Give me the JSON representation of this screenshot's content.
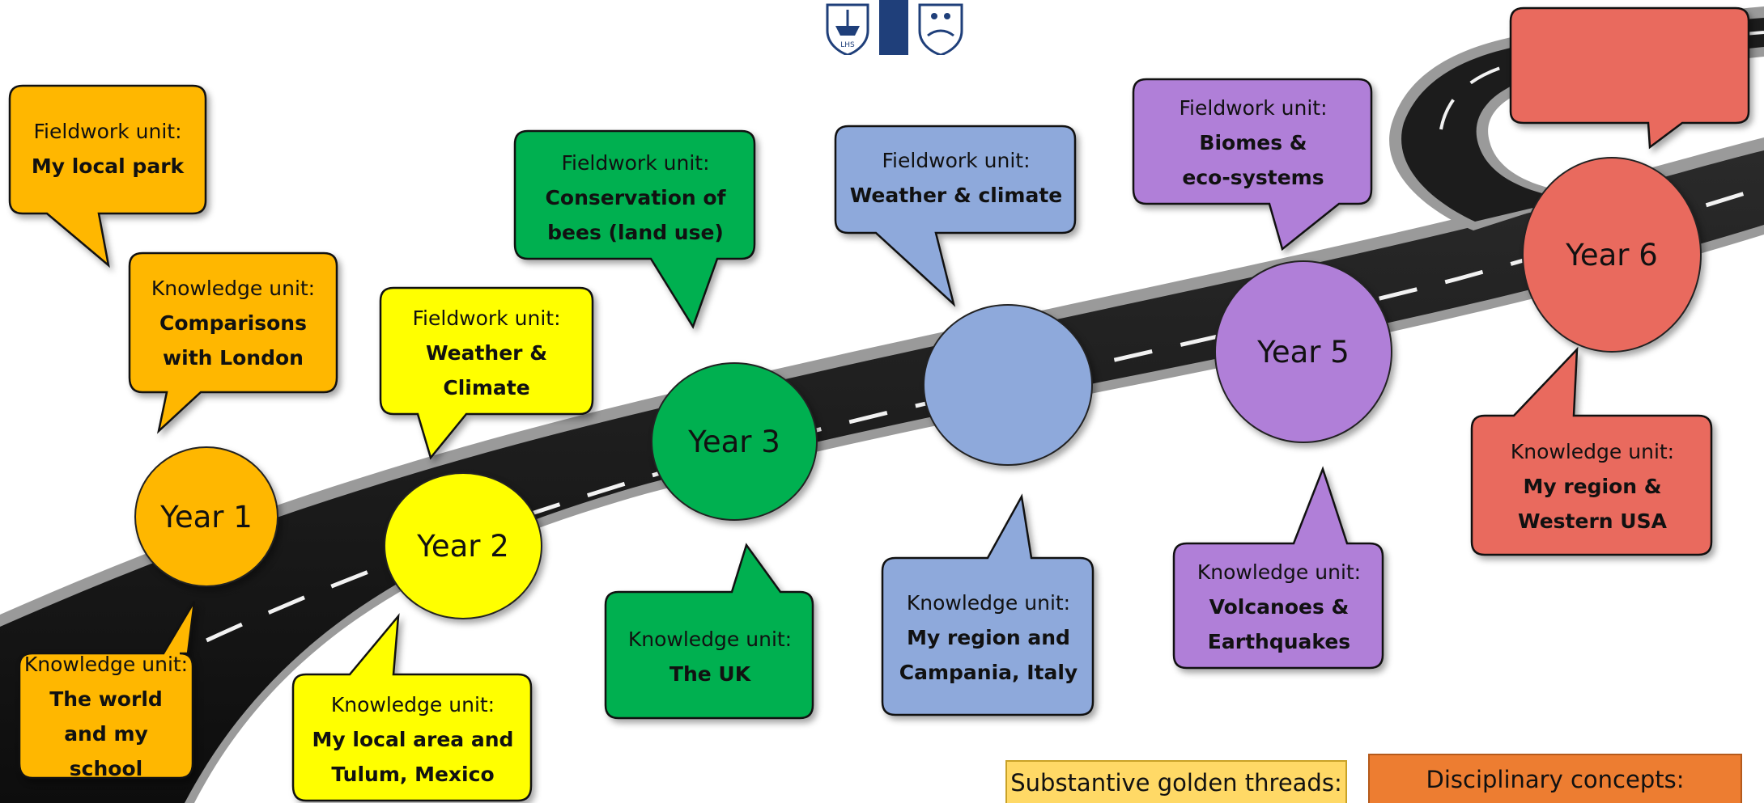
{
  "year_markers": [
    {
      "label": "Year 1",
      "color": "#FFB700"
    },
    {
      "label": "Year 2",
      "color": "#FFFF00"
    },
    {
      "label": "Year 3",
      "color": "#00B050"
    },
    {
      "label": "",
      "color": "#8EA9DB"
    },
    {
      "label": "Year 5",
      "color": "#B07FD8"
    },
    {
      "label": "Year 6",
      "color": "#E96A5E"
    }
  ],
  "units": {
    "y1_fieldwork": {
      "label": "Fieldwork unit:",
      "title": "My local park"
    },
    "y1_knowledge_a": {
      "label": "Knowledge unit:",
      "title": "Comparisons with London"
    },
    "y1_knowledge_b": {
      "label": "Knowledge unit:",
      "title": "The world and my school"
    },
    "y2_fieldwork": {
      "label": "Fieldwork unit:",
      "title": "Weather & Climate"
    },
    "y2_knowledge": {
      "label": "Knowledge unit:",
      "title": "My local area and Tulum, Mexico"
    },
    "y3_fieldwork": {
      "label": "Fieldwork unit:",
      "title": "Conservation of bees (land use)"
    },
    "y3_knowledge": {
      "label": "Knowledge unit:",
      "title": "The UK"
    },
    "y4_fieldwork": {
      "label": "Fieldwork unit:",
      "title": "Weather & climate"
    },
    "y4_knowledge": {
      "label": "Knowledge unit:",
      "title": "My region and Campania, Italy"
    },
    "y5_fieldwork": {
      "label": "Fieldwork unit:",
      "title": "Biomes & eco-systems"
    },
    "y5_knowledge": {
      "label": "Knowledge unit:",
      "title": "Volcanoes & Earthquakes"
    },
    "y6_fieldwork": {
      "label": "",
      "title": ""
    },
    "y6_knowledge": {
      "label": "Knowledge unit:",
      "title": "My region & Western USA"
    }
  },
  "threads": {
    "substantive": "Substantive golden threads:",
    "disciplinary": "Disciplinary concepts:"
  },
  "colors": {
    "road": "#1a1a1a",
    "road_edge": "#9a9a9a",
    "y1": "#FFB700",
    "y2": "#FFFF00",
    "y3": "#00B050",
    "y4": "#8EA9DB",
    "y5": "#B07FD8",
    "y6": "#E96A5E",
    "substantive_fill": "#FFD966",
    "substantive_border": "#C9A227",
    "disciplinary_fill": "#ED7D31",
    "disciplinary_border": "#B55A1C",
    "logo_blue": "#1F3F7A"
  },
  "logo": {
    "left_crest_text": "LHS"
  }
}
